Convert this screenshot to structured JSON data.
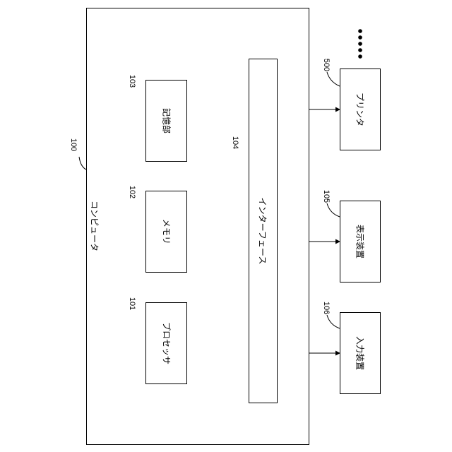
{
  "computer": {
    "label": "コンピュータ",
    "ref": "100"
  },
  "interface": {
    "label": "インターフェース",
    "ref": "104"
  },
  "components": [
    {
      "label": "記憶部",
      "ref": "103"
    },
    {
      "label": "メモリ",
      "ref": "102"
    },
    {
      "label": "プロセッサ",
      "ref": "101"
    }
  ],
  "peripherals": [
    {
      "label": "プリンタ",
      "ref": "500"
    },
    {
      "label": "表示装置",
      "ref": "105"
    },
    {
      "label": "入力装置",
      "ref": "106"
    }
  ],
  "colors": {
    "line": "#000000",
    "background": "#ffffff"
  }
}
